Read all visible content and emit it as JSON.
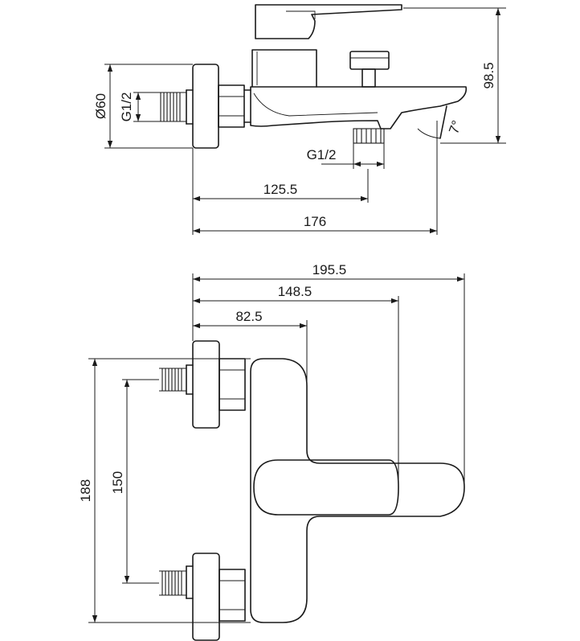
{
  "side_view": {
    "dim_height": "98.5",
    "dim_angle": "7°",
    "label_diameter": "Ø60",
    "label_thread_inlet": "G1/2",
    "label_thread_outlet": "G1/2",
    "dim_outlet_offset": "125.5",
    "dim_depth": "176"
  },
  "front_view": {
    "dim_total_width": "195.5",
    "dim_handle_reach": "148.5",
    "dim_body_reach": "82.5",
    "dim_total_height": "188",
    "dim_centers": "150"
  }
}
